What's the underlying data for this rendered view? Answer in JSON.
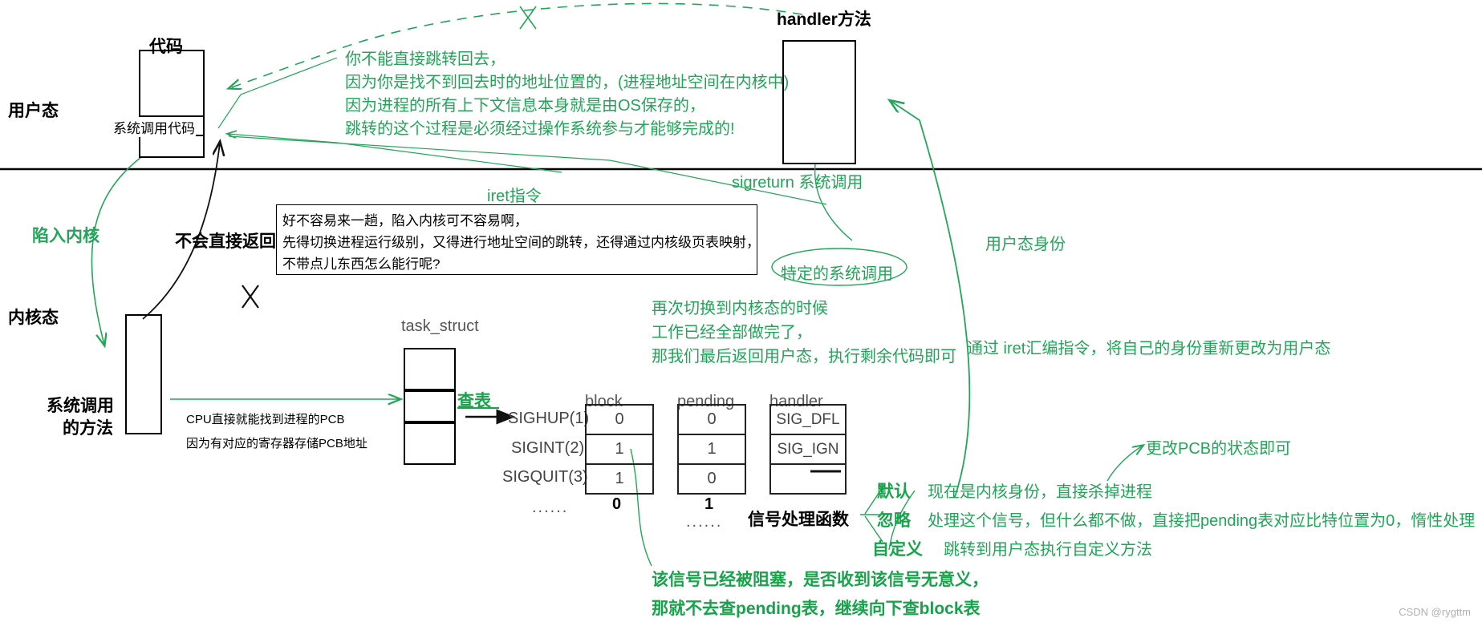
{
  "diagram": {
    "title_left_top": "用户态",
    "title_left_bottom": "内核态",
    "code_box_title": "代码",
    "code_box_inner_label": "系统调用代码",
    "handler_box_title": "handler方法",
    "sigreturn_label": "sigreturn 系统调用",
    "iret_label": "iret指令",
    "trap_label": "陷入内核",
    "no_direct_return_label": "不会直接返回",
    "syscall_method_label_line1": "系统调用",
    "syscall_method_label_line2": "的方法",
    "cpu_note_line1": "CPU直接就能找到进程的PCB",
    "cpu_note_line2": "因为有对应的寄存器存储PCB地址",
    "lookup_table_label": "查表",
    "task_struct_label": "task_struct",
    "specific_syscall_label": "特定的系统调用",
    "user_identity_label": "用户态身份",
    "iret_asm_note": "通过 iret汇编指令，将自己的身份重新更改为用户态",
    "change_pcb_note": "更改PCB的状态即可",
    "signal_handler_func_label": "信号处理函数"
  },
  "green_note_top": {
    "lines": [
      "你不能直接跳转回去，",
      "因为你是找不到回去时的地址位置的，(进程地址空间在内核中)",
      "因为进程的所有上下文信息本身就是由OS保存的，",
      "跳转的这个过程是必须经过操作系统参与才能够完成的!"
    ]
  },
  "kernel_note_box": {
    "lines": [
      "好不容易来一趟，陷入内核可不容易啊，",
      "先得切换进程运行级别，又得进行地址空间的跳转，还得通过内核级页表映射，",
      "不带点儿东西怎么能行呢?"
    ]
  },
  "green_note_mid": {
    "lines": [
      "再次切换到内核态的时候",
      "工作已经全部做完了，",
      "那我们最后返回用户态，执行剩余代码即可"
    ]
  },
  "signal_table": {
    "columns": [
      "block",
      "pending",
      "handler"
    ],
    "rows": [
      {
        "signal": "SIGHUP(1)",
        "block": "0",
        "pending": "0",
        "handler": "SIG_DFL"
      },
      {
        "signal": "SIGINT(2)",
        "block": "1",
        "pending": "1",
        "handler": "SIG_IGN"
      },
      {
        "signal": "SIGQUIT(3)",
        "block": "1",
        "pending": "0",
        "handler": ""
      }
    ],
    "ellipsis_signal": "......",
    "ellipsis_block": "0",
    "ellipsis_pending": "1",
    "ellipsis_dots": "......"
  },
  "handler_options": [
    {
      "name": "默认",
      "desc": "现在是内核身份，直接杀掉进程"
    },
    {
      "name": "忽略",
      "desc": "处理这个信号，但什么都不做，直接把pending表对应比特位置为0，惰性处理"
    },
    {
      "name": "自定义",
      "desc": "跳转到用户态执行自定义方法"
    }
  ],
  "bottom_note": {
    "lines": [
      "该信号已经被阻塞，是否收到该信号无意义，",
      "那就不去查pending表，继续向下查block表"
    ]
  },
  "watermark": "CSDN @rygttm",
  "colors": {
    "green": "#22a558",
    "green_bold": "#17a34a",
    "black": "#000000",
    "table_grey": "#444444"
  }
}
